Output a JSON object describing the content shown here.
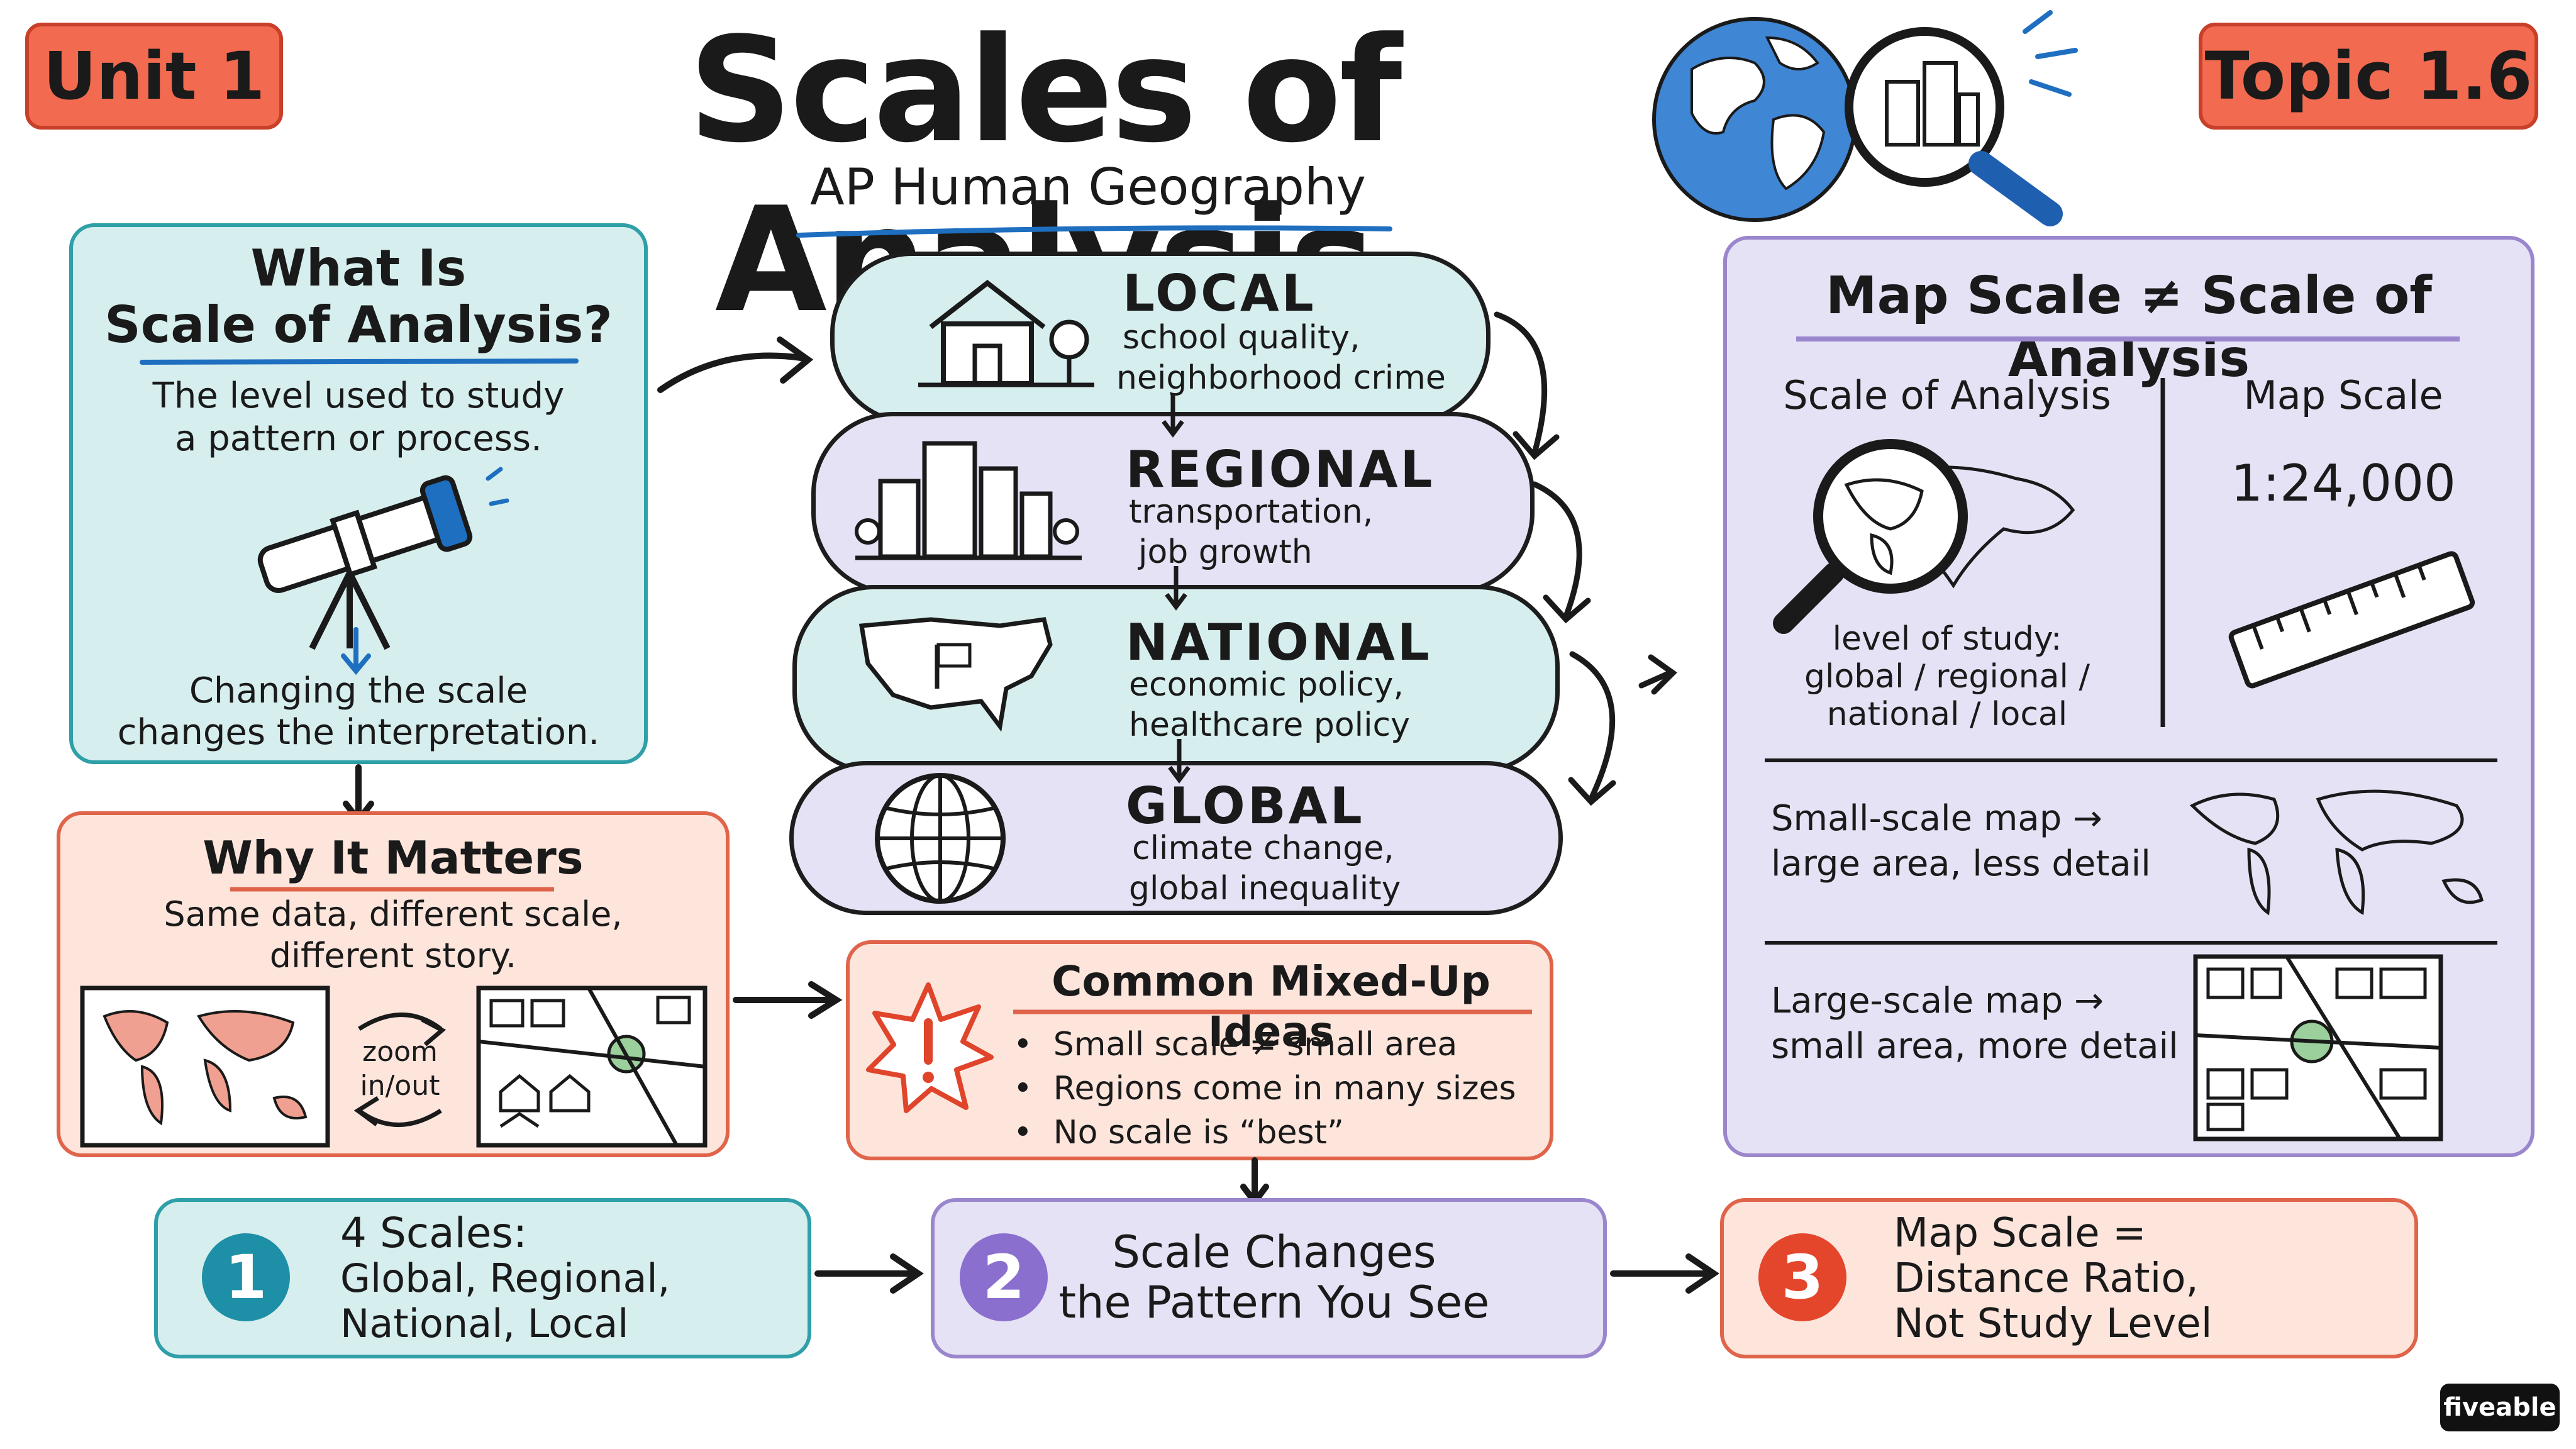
{
  "header": {
    "unit_tag": "Unit 1",
    "topic_tag": "Topic 1.6",
    "title": "Scales of Analysis",
    "subtitle": "AP Human Geography"
  },
  "what_is": {
    "title_line1": "What Is",
    "title_line2": "Scale of Analysis?",
    "definition_line1": "The level used to study",
    "definition_line2": "a pattern or process.",
    "note_line1": "Changing the scale",
    "note_line2": "changes the interpretation."
  },
  "scales": [
    {
      "name": "LOCAL",
      "example_line1": "school quality,",
      "example_line2": "neighborhood crime"
    },
    {
      "name": "REGIONAL",
      "example_line1": "transportation,",
      "example_line2": "job growth"
    },
    {
      "name": "NATIONAL",
      "example_line1": "economic policy,",
      "example_line2": "healthcare policy"
    },
    {
      "name": "GLOBAL",
      "example_line1": "climate change,",
      "example_line2": "global inequality"
    }
  ],
  "why_matters": {
    "title": "Why It Matters",
    "text_line1": "Same data, different scale,",
    "text_line2": "different story.",
    "zoom_line1": "zoom",
    "zoom_line2": "in/out"
  },
  "mixed_up": {
    "title": "Common Mixed-Up Ideas",
    "items": [
      "Small scale ≠ small area",
      "Regions come in many sizes",
      "No scale is “best”"
    ]
  },
  "map_scale_panel": {
    "title": "Map Scale ≠ Scale of Analysis",
    "col1_header": "Scale of Analysis",
    "col2_header": "Map Scale",
    "ratio": "1:24,000",
    "level_line1": "level of study:",
    "level_line2": "global / regional /",
    "level_line3": "national / local",
    "small_line1": "Small-scale map →",
    "small_line2": "large area, less detail",
    "large_line1": "Large-scale map →",
    "large_line2": "small area, more detail"
  },
  "summary": [
    {
      "num": "1",
      "line1": "4 Scales:",
      "line2": "Global, Regional,",
      "line3": "National, Local"
    },
    {
      "num": "2",
      "line1": "Scale Changes",
      "line2": "the Pattern You See"
    },
    {
      "num": "3",
      "line1": "Map Scale =",
      "line2": "Distance Ratio,",
      "line3": "Not Study Level"
    }
  ],
  "brand": "fiveable",
  "colors": {
    "teal_bg": "#d6eeee",
    "teal_border": "#2f9fa8",
    "salmon_bg": "#fde5dc",
    "salmon_border": "#e0644a",
    "lavender_bg": "#e6e2f5",
    "lavender_border": "#9a86cc",
    "tag_orange": "#f26a4f",
    "blue_accent": "#1f6fc0",
    "num_teal": "#1d8fa6",
    "num_purple": "#8a6fcf",
    "num_red": "#e4462c"
  }
}
